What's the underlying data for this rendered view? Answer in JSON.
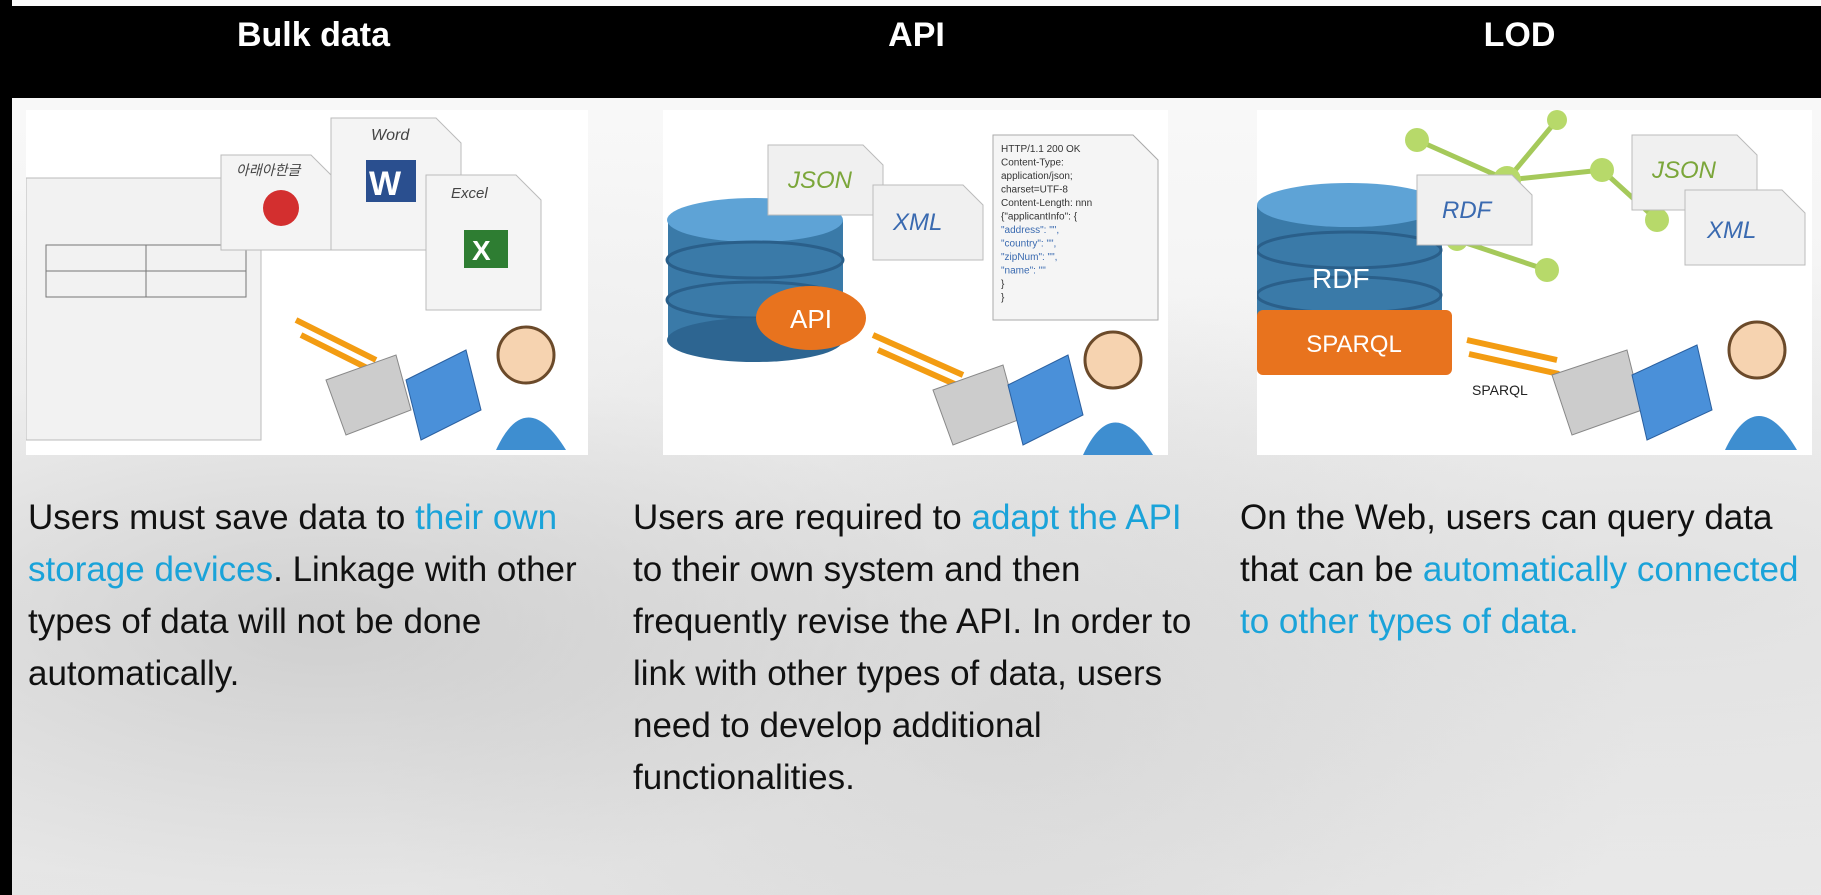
{
  "header": {
    "col1": "Bulk data",
    "col2": "API",
    "col3": "LOD"
  },
  "bulk": {
    "doc1": "아래아한글",
    "doc2": "Word",
    "doc3": "Excel",
    "desc_pre": "Users must save data to ",
    "desc_hl": "their own storage devices",
    "desc_post": ". Linkage with other types of data will not be done automatically."
  },
  "api": {
    "json": "JSON",
    "xml": "XML",
    "api_label": "API",
    "http_lines": [
      "HTTP/1.1 200 OK",
      "Content-Type:",
      "application/json;",
      "charset=UTF-8",
      "Content-Length: nnn",
      "{\"applicantInfo\": {",
      "\"address\": \"\",",
      "\"country\": \"\",",
      "\"zipNum\": \"\",",
      "\"name\": \"\"",
      "}",
      "}"
    ],
    "desc_pre": "Users are required to ",
    "desc_hl": "adapt the API",
    "desc_post": " to their own system and then frequently revise the API. In order to link with other types of data, users need to develop additional functionalities."
  },
  "lod": {
    "json": "JSON",
    "xml": "XML",
    "rdf_doc": "RDF",
    "rdf_db": "RDF",
    "sparql_box": "SPARQL",
    "sparql_arrow": "SPARQL",
    "desc_pre": "On the Web, users can query data that can be ",
    "desc_hl": "automatically connected to other types of data.",
    "desc_post": ""
  },
  "colors": {
    "header_bg": "#000000",
    "highlight": "#1aa3d9",
    "db_blue": "#3a7aa8",
    "api_orange": "#e8731e"
  }
}
